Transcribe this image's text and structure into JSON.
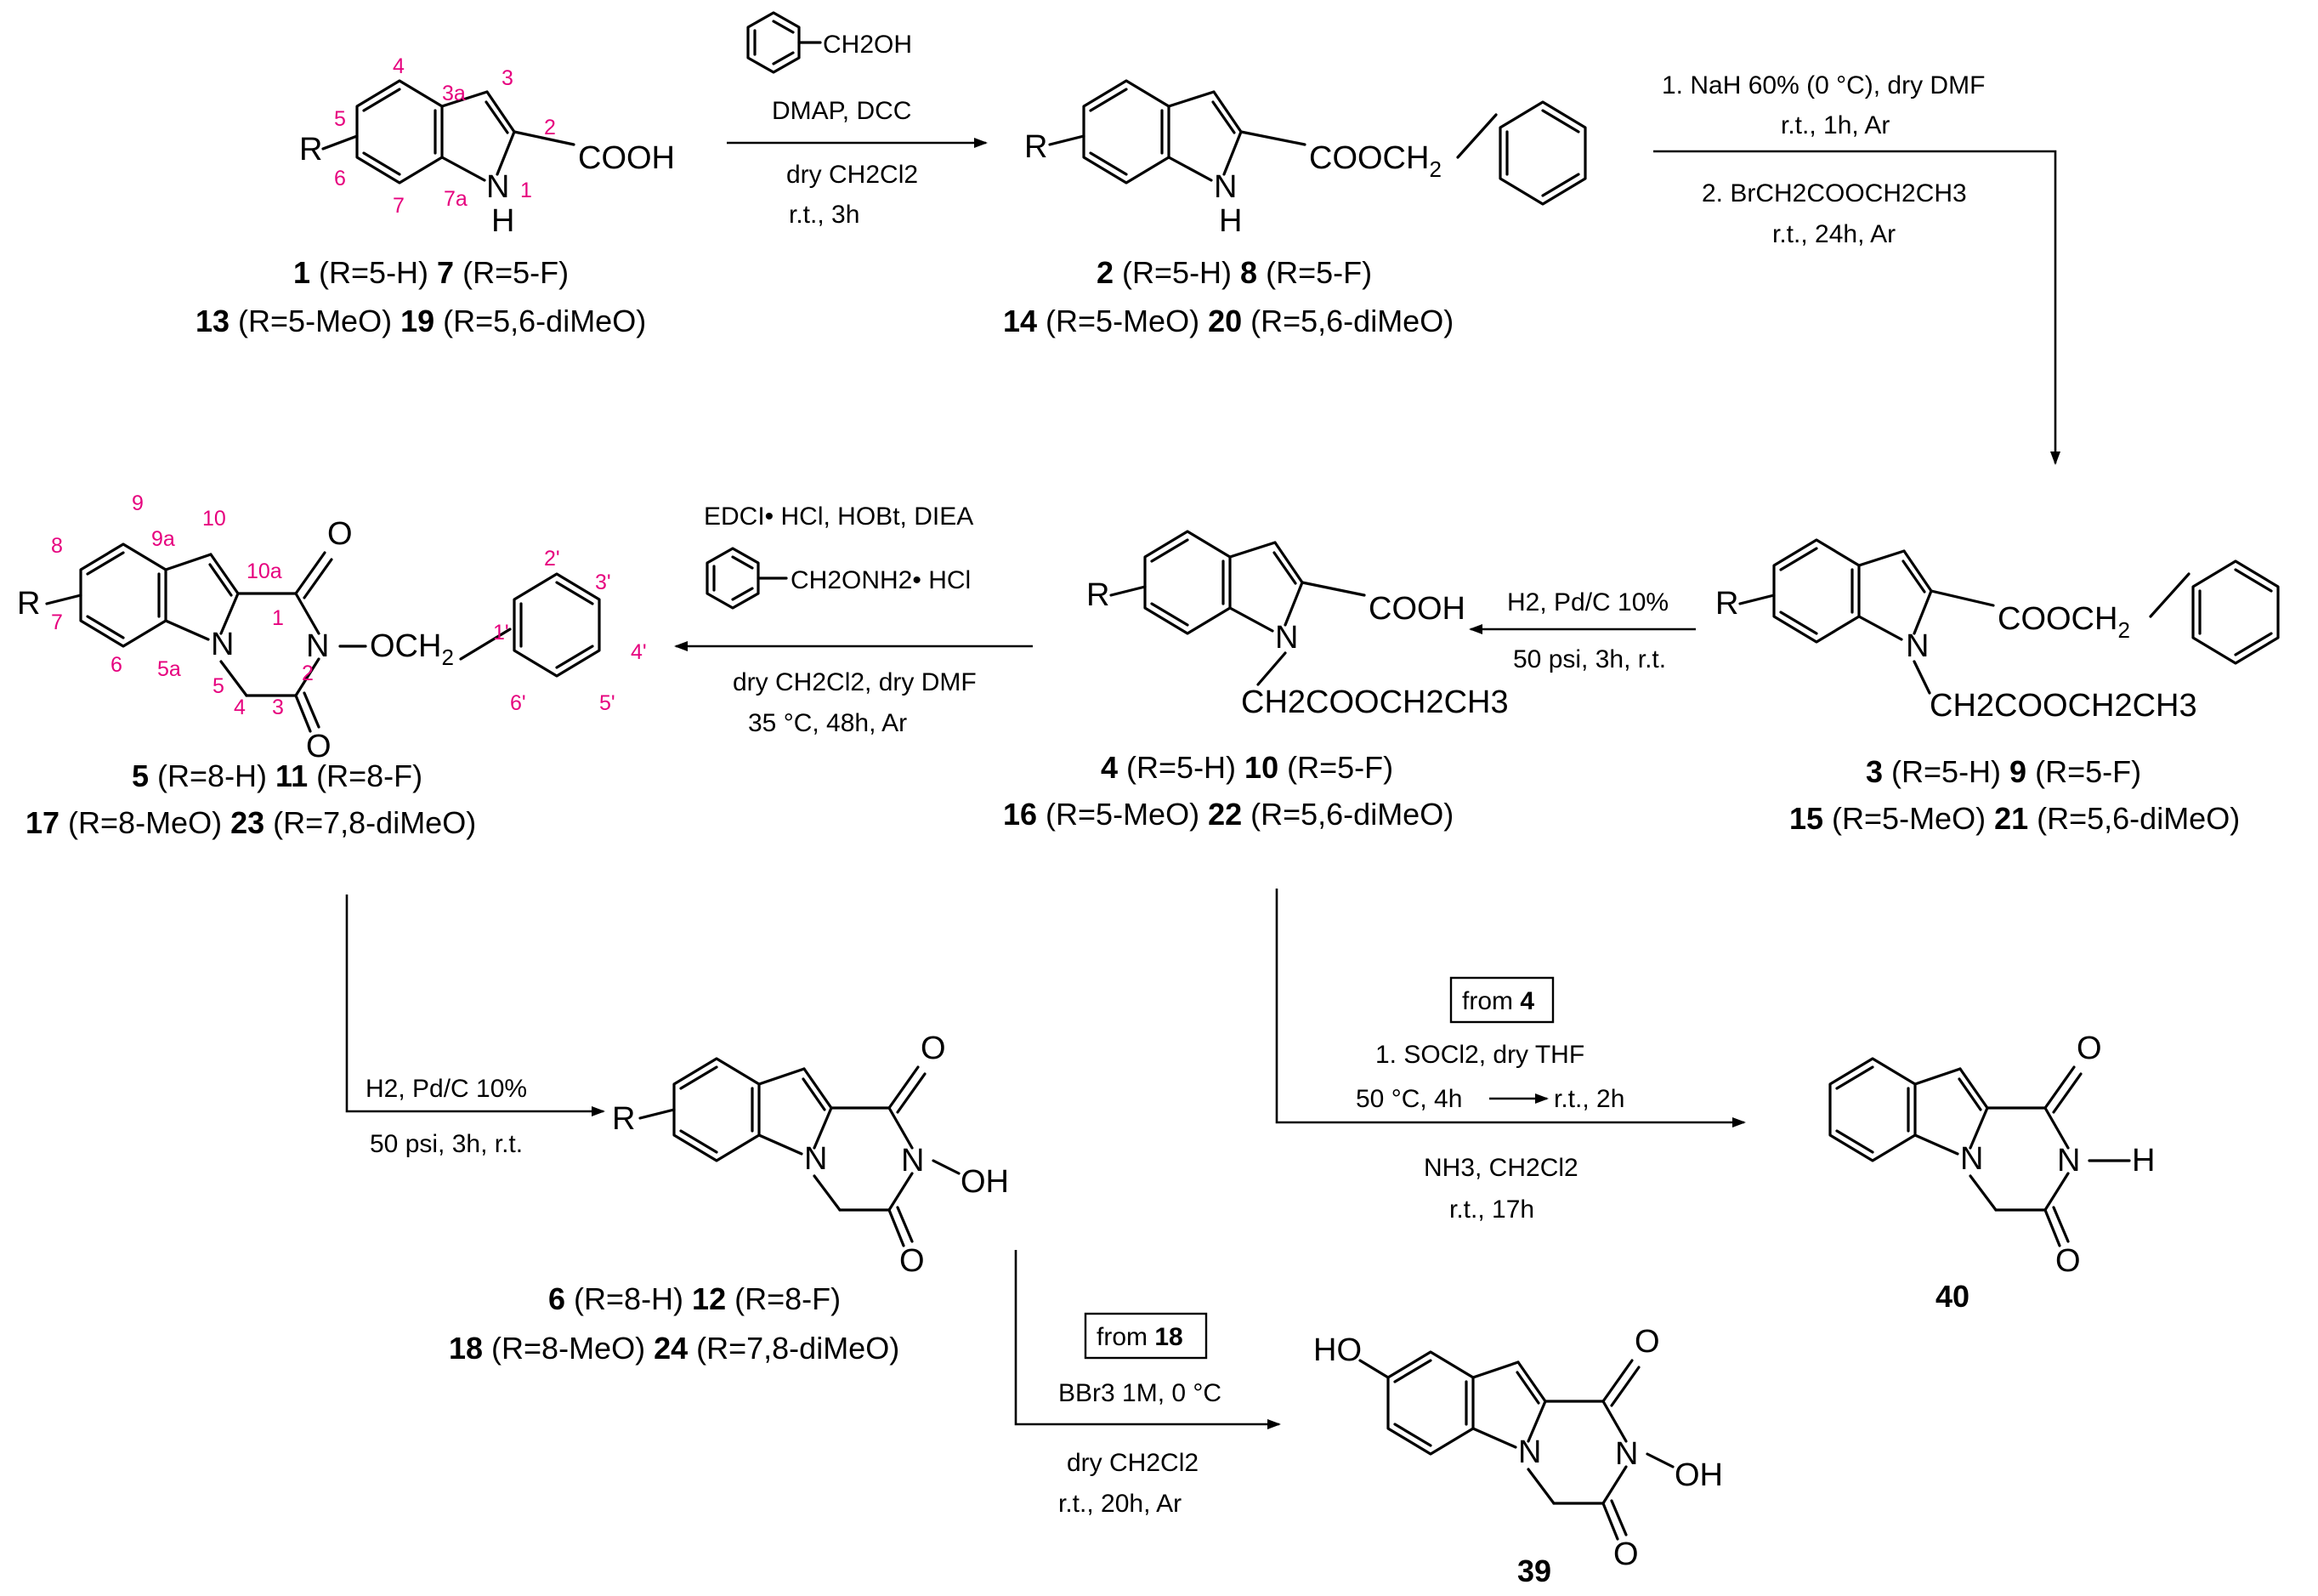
{
  "compounds": {
    "c1": {
      "line1": [
        {
          "n": "1",
          "r": " (R=5-H)  "
        },
        {
          "n": "7",
          "r": " (R=5-F)"
        }
      ],
      "line2": [
        {
          "n": "13",
          "r": " (R=5-MeO)  "
        },
        {
          "n": "19",
          "r": " (R=5,6-diMeO)"
        }
      ]
    },
    "c2": {
      "line1": [
        {
          "n": "2",
          "r": " (R=5-H)  "
        },
        {
          "n": "8",
          "r": " (R=5-F)"
        }
      ],
      "line2": [
        {
          "n": "14",
          "r": " (R=5-MeO)  "
        },
        {
          "n": "20",
          "r": " (R=5,6-diMeO)"
        }
      ]
    },
    "c3": {
      "line1": [
        {
          "n": "3",
          "r": " (R=5-H)  "
        },
        {
          "n": "9",
          "r": " (R=5-F)"
        }
      ],
      "line2": [
        {
          "n": "15",
          "r": " (R=5-MeO)  "
        },
        {
          "n": "21",
          "r": " (R=5,6-diMeO)"
        }
      ]
    },
    "c4": {
      "line1": [
        {
          "n": "4",
          "r": " (R=5-H)  "
        },
        {
          "n": "10",
          "r": " (R=5-F)"
        }
      ],
      "line2": [
        {
          "n": "16",
          "r": " (R=5-MeO)  "
        },
        {
          "n": "22",
          "r": " (R=5,6-diMeO)"
        }
      ]
    },
    "c5": {
      "line1": [
        {
          "n": "5",
          "r": " (R=8-H)  "
        },
        {
          "n": "11",
          "r": " (R=8-F)"
        }
      ],
      "line2": [
        {
          "n": "17",
          "r": " (R=8-MeO)  "
        },
        {
          "n": "23",
          "r": " (R=7,8-diMeO)"
        }
      ]
    },
    "c6": {
      "line1": [
        {
          "n": "6",
          "r": " (R=8-H)  "
        },
        {
          "n": "12",
          "r": " (R=8-F)"
        }
      ],
      "line2": [
        {
          "n": "18",
          "r": " (R=8-MeO)  "
        },
        {
          "n": "24",
          "r": " (R=7,8-diMeO)"
        }
      ]
    },
    "c39": "39",
    "c40": "40"
  },
  "atoms": {
    "R": "R",
    "COOH": "COOH",
    "NH_N": "N",
    "NH_H": "H",
    "COOCH2": "COOCH",
    "sub2": "2",
    "N": "N",
    "CH2COOCH2CH3": "CH2COOCH2CH3",
    "O": "O",
    "OCH2": "OCH2",
    "OH": "OH",
    "H": "H",
    "HO": "HO"
  },
  "numbering": {
    "indole": [
      "4",
      "3a",
      "3",
      "2",
      "5",
      "6",
      "7",
      "7a",
      "1"
    ],
    "tricycle": [
      "9",
      "10",
      "9a",
      "10a",
      "8",
      "7",
      "6",
      "5a",
      "5",
      "1",
      "2",
      "3",
      "4",
      "1'",
      "2'",
      "3'",
      "4'",
      "5'",
      "6'"
    ]
  },
  "steps": {
    "s1": {
      "reagent": "CH2OH",
      "top": "DMAP, DCC",
      "bottom1": "dry CH2Cl2",
      "bottom2": "r.t., 3h"
    },
    "s2": {
      "top1": "1. NaH 60% (0 °C), dry DMF",
      "top2": "r.t., 1h, Ar",
      "bottom1": "2. BrCH2COOCH2CH3",
      "bottom2": "r.t., 24h, Ar"
    },
    "s3": {
      "top": "H2, Pd/C 10%",
      "bottom": "50 psi, 3h, r.t."
    },
    "s4": {
      "top": "EDCI• HCl, HOBt, DIEA",
      "reagent": "CH2ONH2• HCl",
      "bottom1": "dry CH2Cl2, dry DMF",
      "bottom2": "35 °C, 48h, Ar"
    },
    "s5": {
      "top": "H2, Pd/C 10%",
      "bottom": "50 psi, 3h, r.t."
    },
    "s6": {
      "box_prefix": "from ",
      "box_num": "4",
      "l1": "1. SOCl2, dry THF",
      "l2a": "50 °C, 4h",
      "l2b": "r.t., 2h",
      "l3": "NH3, CH2Cl2",
      "l4": "r.t., 17h"
    },
    "s7": {
      "box_prefix": "from ",
      "box_num": "18",
      "l1": "BBr3 1M, 0 °C",
      "l2": "dry CH2Cl2",
      "l3": "r.t., 20h, Ar"
    }
  }
}
